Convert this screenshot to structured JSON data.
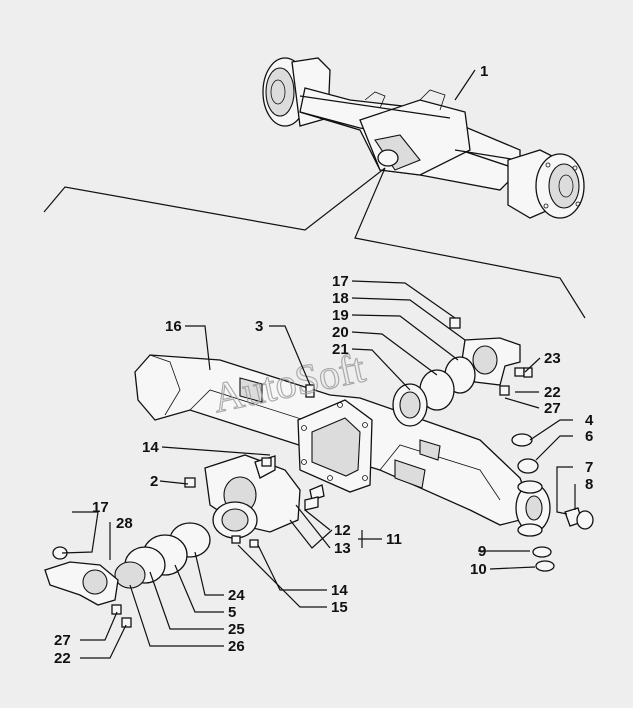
{
  "watermark": "AutoSoft",
  "callouts": [
    {
      "id": "c1",
      "label": "1"
    },
    {
      "id": "c17a",
      "label": "17"
    },
    {
      "id": "c18",
      "label": "18"
    },
    {
      "id": "c19",
      "label": "19"
    },
    {
      "id": "c20",
      "label": "20"
    },
    {
      "id": "c21",
      "label": "21"
    },
    {
      "id": "c23",
      "label": "23"
    },
    {
      "id": "c22a",
      "label": "22"
    },
    {
      "id": "c27a",
      "label": "27"
    },
    {
      "id": "c16",
      "label": "16"
    },
    {
      "id": "c3",
      "label": "3"
    },
    {
      "id": "c4",
      "label": "4"
    },
    {
      "id": "c6",
      "label": "6"
    },
    {
      "id": "c14a",
      "label": "14"
    },
    {
      "id": "c7",
      "label": "7"
    },
    {
      "id": "c8",
      "label": "8"
    },
    {
      "id": "c2",
      "label": "2"
    },
    {
      "id": "c17b",
      "label": "17"
    },
    {
      "id": "c28",
      "label": "28"
    },
    {
      "id": "c12",
      "label": "12"
    },
    {
      "id": "c13",
      "label": "13"
    },
    {
      "id": "c11",
      "label": "11"
    },
    {
      "id": "c9",
      "label": "9"
    },
    {
      "id": "c10",
      "label": "10"
    },
    {
      "id": "c24",
      "label": "24"
    },
    {
      "id": "c5",
      "label": "5"
    },
    {
      "id": "c25",
      "label": "25"
    },
    {
      "id": "c26",
      "label": "26"
    },
    {
      "id": "c14b",
      "label": "14"
    },
    {
      "id": "c15",
      "label": "15"
    },
    {
      "id": "c27b",
      "label": "27"
    },
    {
      "id": "c22b",
      "label": "22"
    }
  ]
}
